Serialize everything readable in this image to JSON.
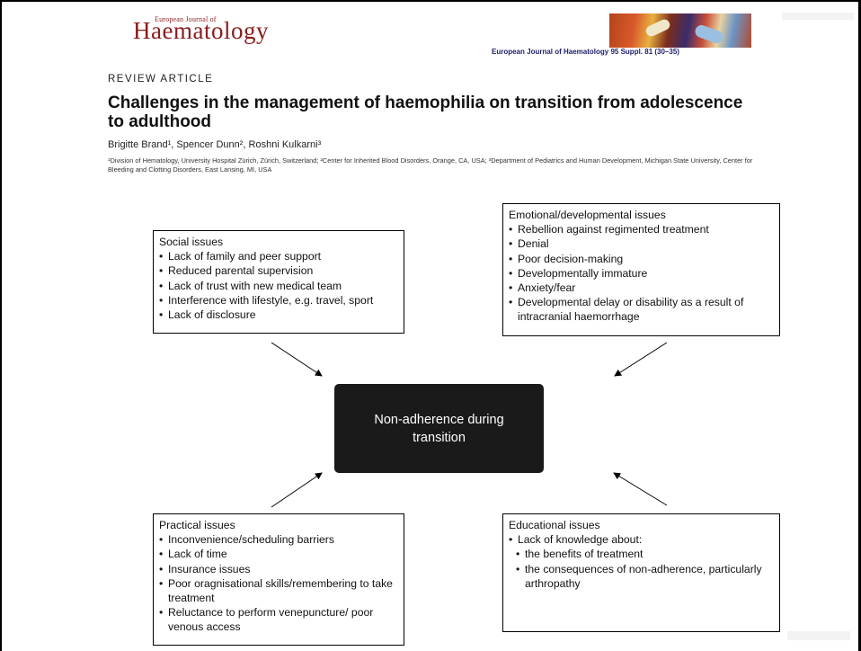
{
  "header": {
    "journal_small": "European Journal of",
    "journal_name": "Haematology",
    "citation": "European Journal of Haematology 95 Suppl. 81 (30–35)"
  },
  "article": {
    "type": "REVIEW ARTICLE",
    "title": "Challenges in the management of haemophilia on transition from adolescence to adulthood",
    "authors": "Brigitte Brand¹, Spencer Dunn², Roshni Kulkarni³",
    "affiliations": "¹Division of Hematology, University Hospital Zürich, Zürich, Switzerland; ²Center for Inherited Blood Disorders, Orange, CA, USA; ³Department of Pediatrics and Human Development, Michigan State University, Center for Bleeding and Clotting Disorders, East Lansing, MI, USA"
  },
  "diagram": {
    "center": "Non-adherence during transition",
    "social": {
      "title": "Social issues",
      "items": [
        "Lack of family and peer support",
        "Reduced parental supervision",
        "Lack of trust with new medical team",
        "Interference with lifestyle, e.g. travel, sport",
        "Lack of disclosure"
      ]
    },
    "emotional": {
      "title": "Emotional/developmental issues",
      "items": [
        "Rebellion against regimented treatment",
        "Denial",
        "Poor decision-making",
        "Developmentally immature",
        "Anxiety/fear",
        "Developmental delay or disability as a result of intracranial haemorrhage"
      ]
    },
    "practical": {
      "title": "Practical issues",
      "items": [
        "Inconvenience/scheduling barriers",
        "Lack of time",
        "Insurance issues",
        "Poor oragnisational skills/remembering to take treatment",
        "Reluctance to perform venepuncture/ poor venous access"
      ]
    },
    "educational": {
      "title": "Educational issues",
      "items": [
        "Lack of knowledge about:"
      ],
      "subitems": [
        "the benefits of treatment",
        "the consequences of non-adherence, particularly arthropathy"
      ]
    }
  }
}
